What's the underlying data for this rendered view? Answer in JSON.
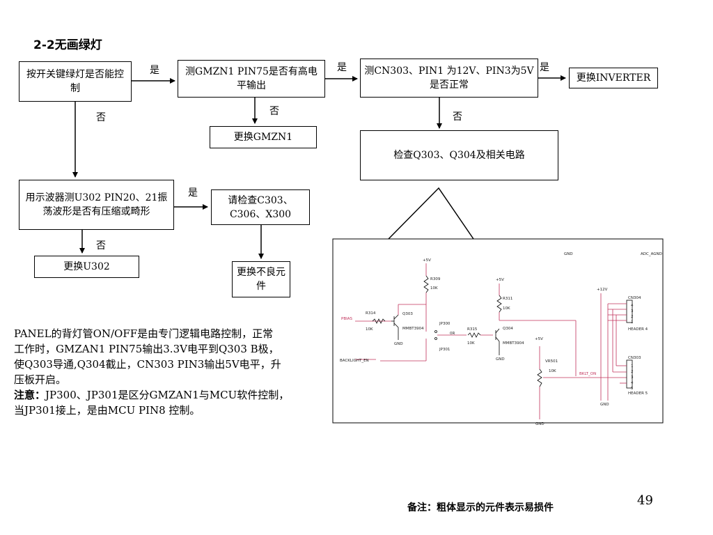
{
  "title": "2-2无画绿灯",
  "boxes": {
    "b1": "按开关键绿灯是否能控制",
    "b2": "测GMZN1 PIN75是否有高电平输出",
    "b3": "测CN303、PIN1 为12V、PIN3为5V是否正常",
    "b4": "更换INVERTER",
    "b5": "更换GMZN1",
    "b6": "检查Q303、Q304及相关电路",
    "b7": "用示波器测U302 PIN20、21振荡波形是否有压缩或畸形",
    "b8": "请检查C303、C306、X300",
    "b9": "更换U302",
    "b10": "更换不良元件"
  },
  "labels": {
    "yes": "是",
    "no": "否"
  },
  "description": {
    "line1": "PANEL的背灯管ON/OFF是由专门逻辑电路控制，正常",
    "line2": "工作时，GMZAN1 PIN75输出3.3V电平到Q303 B极，",
    "line3": "使Q303导通,Q304截止，CN303 PIN3输出5V电平，升",
    "line4": "压板开启。",
    "note_label": "注意：",
    "note_text": "JP300、JP301是区分GMZAN1与MCU软件控制，",
    "line6": "当JP301接上，是由MCU PIN8 控制。"
  },
  "schematic": {
    "gnd": "GND",
    "agnd": "ADC_AGND",
    "p5v": "+5V",
    "p12v": "+12V",
    "r309": "R309",
    "r311": "R311",
    "r314": "R314",
    "r315": "R315",
    "v10k": "10K",
    "q303": "Q303",
    "q304": "Q304",
    "mmbt": "MMBT3904",
    "jp300": "JP300",
    "jp301": "JP301",
    "zero_r": "0R",
    "pbias": "PBIAS",
    "backlight_en": "BACKLIGHT_EN",
    "vr501": "VR501",
    "bklt_on": "BKLT_ON",
    "cn304": "CN304",
    "cn303": "CN303",
    "header4": "HEADER 4",
    "header5": "HEADER 5",
    "p1": "1",
    "p2": "2",
    "p3": "3",
    "p4": "4",
    "p5": "5"
  },
  "footnote": "备注：粗体显示的元件表示易损件",
  "page_number": "49",
  "colors": {
    "wire": "#c0305a",
    "black": "#000000"
  }
}
